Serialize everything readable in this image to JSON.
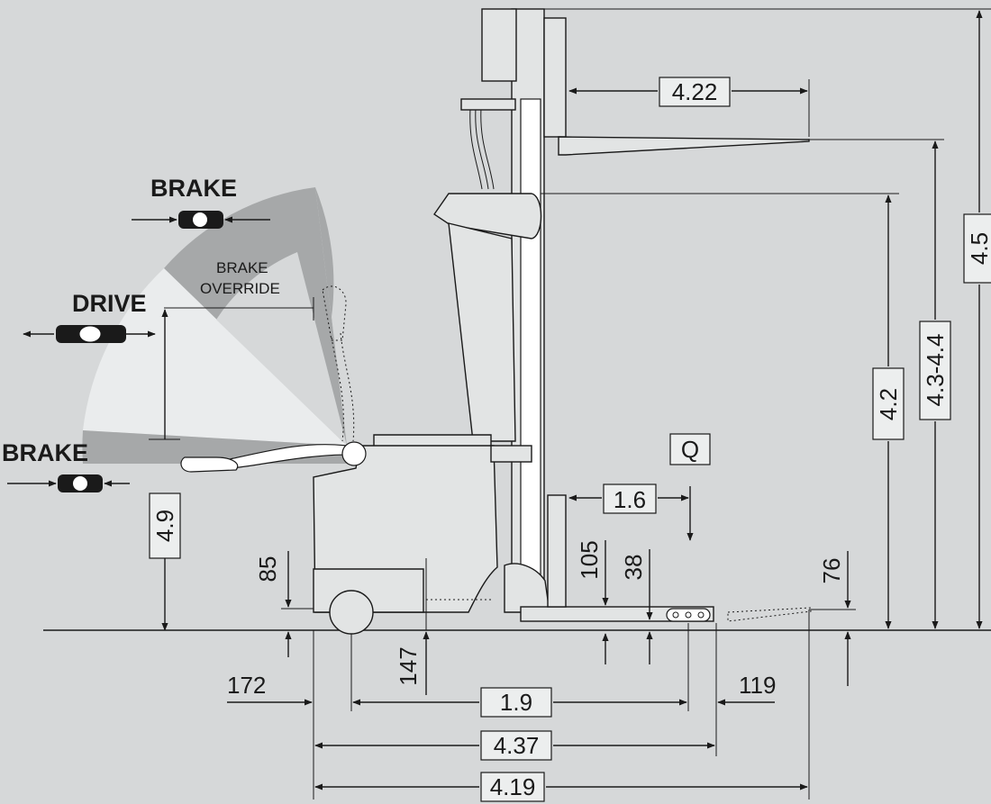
{
  "modes": {
    "brake_top": "BRAKE",
    "drive": "DRIVE",
    "brake_bottom": "BRAKE",
    "brake_override_line1": "BRAKE",
    "brake_override_line2": "OVERRIDE"
  },
  "dimensions": {
    "d422": "4.22",
    "d45": "4.5",
    "d4344": "4.3-4.4",
    "d42": "4.2",
    "d49": "4.9",
    "q": "Q",
    "d16": "1.6",
    "d105": "105",
    "d38": "38",
    "d76": "76",
    "d85": "85",
    "d147": "147",
    "d172": "172",
    "d119": "119",
    "d19": "1.9",
    "d437": "4.37",
    "d419": "4.19"
  },
  "colors": {
    "background": "#d6d8d9",
    "zone_brake": "#a6a8a9",
    "zone_drive": "#eaeced",
    "line": "#1a1a1a"
  }
}
